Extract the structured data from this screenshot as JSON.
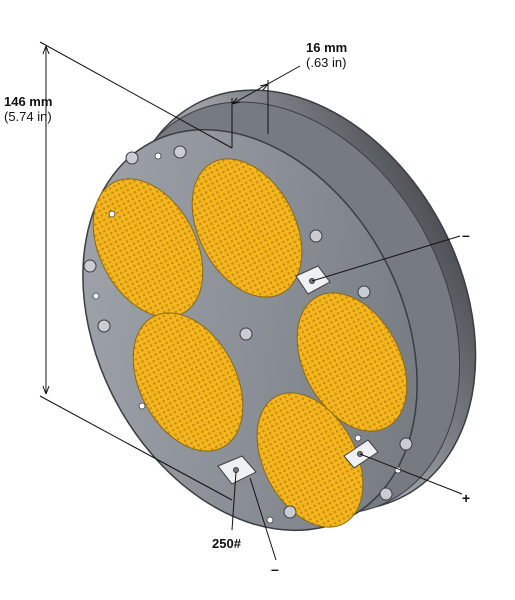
{
  "dimensions": {
    "height": {
      "value": "146 mm",
      "alt": "(5.74 in)"
    },
    "thickness": {
      "value": "16 mm",
      "alt": "(.63 in)"
    }
  },
  "terminals": {
    "negative_top": "–",
    "positive": "+",
    "negative_bottom": "–"
  },
  "part_label": "250#",
  "colors": {
    "housing": "#8e939a",
    "housing_dark": "#5d6167",
    "element": "#f2b21c",
    "element_dark": "#c98c0e",
    "line": "#111111"
  }
}
